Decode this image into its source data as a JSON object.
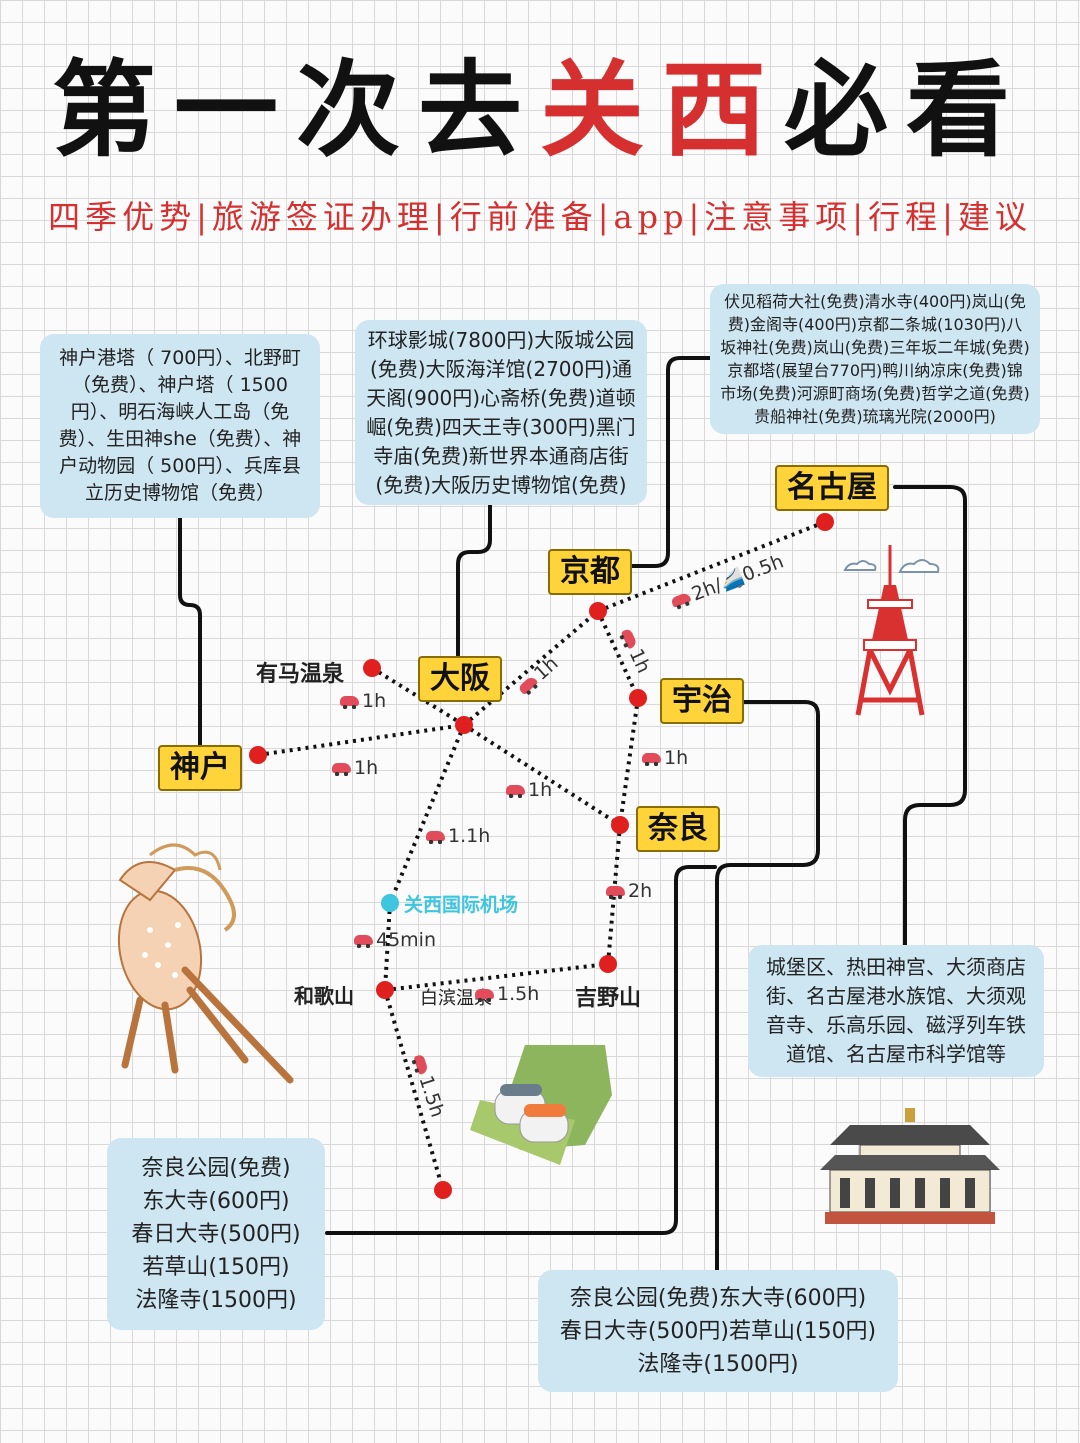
{
  "title": {
    "part1": "第一次去",
    "part2": "关西",
    "part3": "必看"
  },
  "subtitle": "四季优势|旅游签证办理|行前准备|app|注意事项|行程|建议",
  "cities": {
    "kobe": "神户",
    "osaka": "大阪",
    "kyoto": "京都",
    "nagoya": "名古屋",
    "uji": "宇治",
    "nara": "奈良"
  },
  "places": {
    "arima": "有马温泉",
    "airport": "关西国际机场",
    "wakayama": "和歌山",
    "shirahama": "白滨温泉",
    "yoshino": "吉野山"
  },
  "travel_times": {
    "arima_osaka": "1h",
    "kobe_osaka": "1h",
    "osaka_kyoto": "1h",
    "kyoto_nagoya": "2h/🚄0.5h",
    "kyoto_uji": "1h",
    "uji_nara": "1h",
    "osaka_nara": "1h",
    "osaka_airport": "1.1h",
    "airport_wakayama": "45min",
    "wakayama_yoshino": "1.5h",
    "nara_yoshino": "2h",
    "wakayama_south": "1.5h"
  },
  "info": {
    "kobe": "神户港塔（ 700円）、北野町（免费）、神户塔（ 1500 円）、明石海峡人工岛（免费）、生田神she（免费）、神户动物园（ 500円）、兵库县立历史博物馆（免费）",
    "osaka": "环球影城(7800円)大阪城公园(免费)大阪海洋馆(2700円)通天阁(900円)心斋桥(免费)道顿崛(免费)四天王寺(300円)黑门寺庙(免费)新世界本通商店街(免费)大阪历史博物馆(免费)",
    "kyoto": "伏见稻荷大社(免费)清水寺(400円)岚山(免费)金阁寺(400円)京都二条城(1030円)八坂神社(免费)岚山(免费)三年坂二年城(免费)京都塔(展望台770円)鸭川纳凉床(免费)锦市场(免费)河源町商场(免费)哲学之道(免费)贵船神社(免费)琉璃光院(2000円)",
    "nagoya": "城堡区、热田神宫、大须商店街、名古屋港水族馆、大须观音寺、乐高乐园、磁浮列车铁道馆、名古屋市科学馆等",
    "nara_left": "奈良公园(免费)\n东大寺(600円)\n春日大寺(500円)\n若草山(150円)\n法隆寺(1500円)",
    "nara_bottom": "奈良公园(免费)东大寺(600円)\n春日大寺(500円)若草山(150円)\n法隆寺(1500円)"
  },
  "colors": {
    "accent_red": "#d62f2f",
    "node_red": "#e0201f",
    "city_tag": "#ffd43b",
    "info_box": "#cde6f1",
    "airport": "#3ec6df"
  }
}
